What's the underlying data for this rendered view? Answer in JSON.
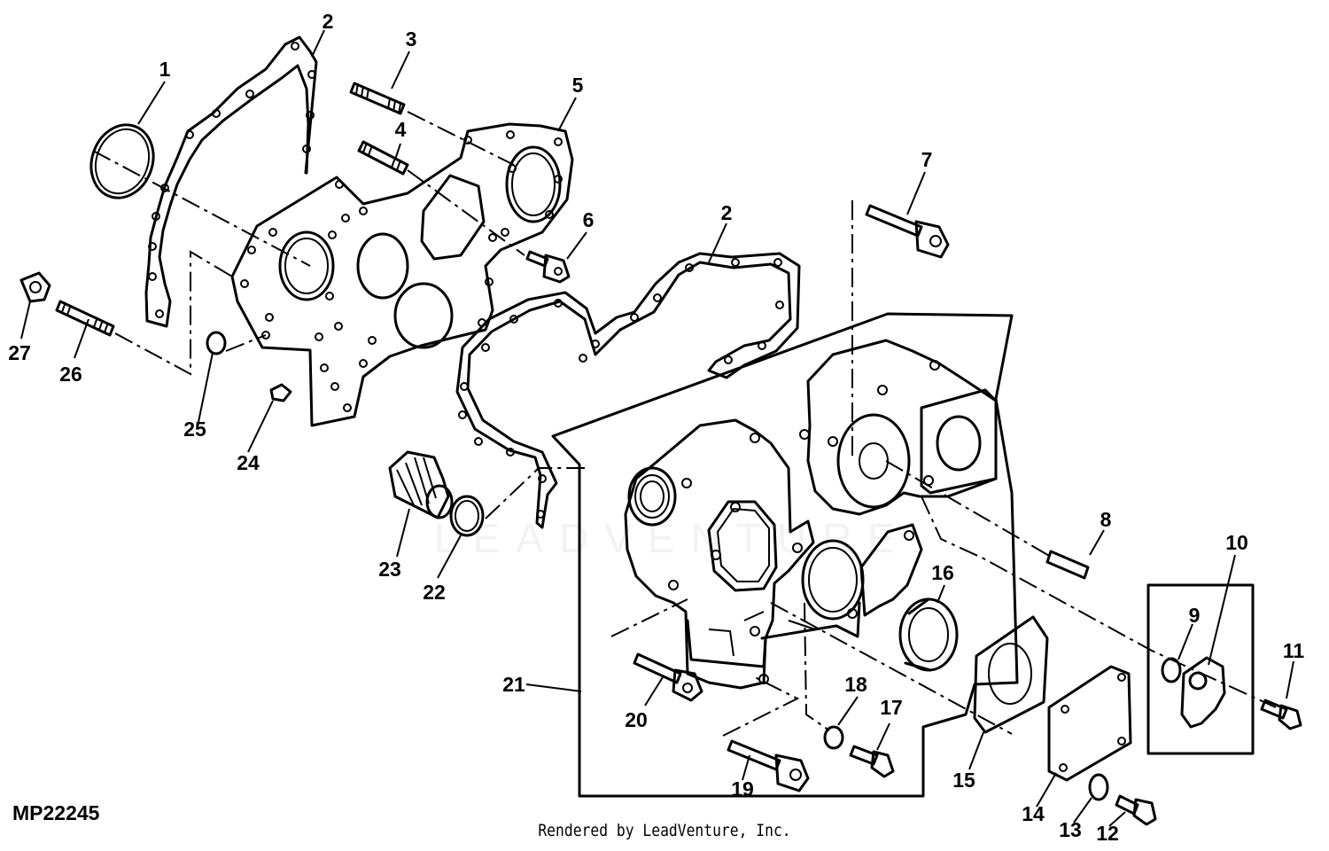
{
  "figure_id": "MP22245",
  "footer_credit": "Rendered by LeadVenture, Inc.",
  "watermark": "LEADVENTURE",
  "callouts": [
    {
      "key": "c1",
      "number": "1"
    },
    {
      "key": "c2a",
      "number": "2"
    },
    {
      "key": "c2b",
      "number": "2"
    },
    {
      "key": "c3",
      "number": "3"
    },
    {
      "key": "c4",
      "number": "4"
    },
    {
      "key": "c5",
      "number": "5"
    },
    {
      "key": "c6",
      "number": "6"
    },
    {
      "key": "c7",
      "number": "7"
    },
    {
      "key": "c8",
      "number": "8"
    },
    {
      "key": "c9",
      "number": "9"
    },
    {
      "key": "c10",
      "number": "10"
    },
    {
      "key": "c11",
      "number": "11"
    },
    {
      "key": "c12",
      "number": "12"
    },
    {
      "key": "c13",
      "number": "13"
    },
    {
      "key": "c14",
      "number": "14"
    },
    {
      "key": "c15",
      "number": "15"
    },
    {
      "key": "c16",
      "number": "16"
    },
    {
      "key": "c17",
      "number": "17"
    },
    {
      "key": "c18",
      "number": "18"
    },
    {
      "key": "c19",
      "number": "19"
    },
    {
      "key": "c20",
      "number": "20"
    },
    {
      "key": "c21",
      "number": "21"
    },
    {
      "key": "c22",
      "number": "22"
    },
    {
      "key": "c23",
      "number": "23"
    },
    {
      "key": "c24",
      "number": "24"
    },
    {
      "key": "c25",
      "number": "25"
    },
    {
      "key": "c26",
      "number": "26"
    },
    {
      "key": "c27",
      "number": "27"
    }
  ]
}
